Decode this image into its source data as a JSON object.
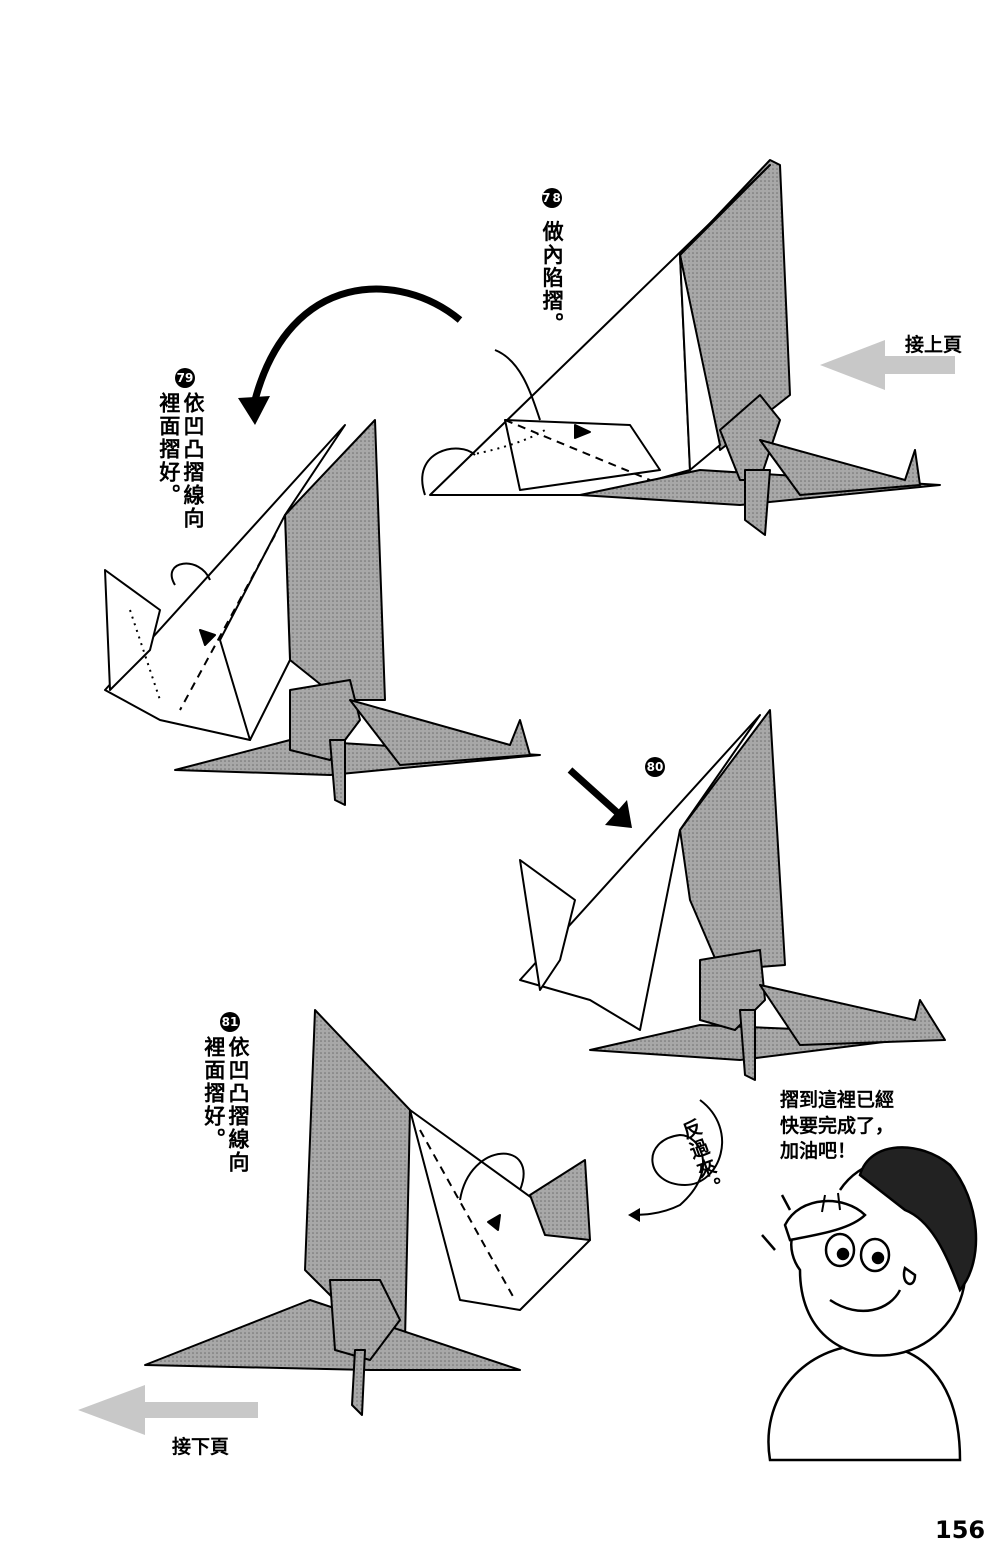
{
  "page": {
    "number": "156"
  },
  "navigation": {
    "continue_from": "接上頁",
    "continue_to": "接下頁"
  },
  "steps": [
    {
      "number": "78",
      "instruction": "做內陷摺。"
    },
    {
      "number": "79",
      "instruction": "依凹凸摺線向裡面摺好。"
    },
    {
      "number": "80",
      "instruction": ""
    },
    {
      "number": "81",
      "instruction": "依凹凸摺線向裡面摺好。"
    }
  ],
  "annotations": {
    "flip_label": "反過來。",
    "speech_bubble": [
      "摺到這裡已經",
      "快要完成了，",
      "加油吧！"
    ]
  },
  "colors": {
    "paper_shade": "#9a9a9a",
    "arrow_gray": "#c8c8c8"
  }
}
